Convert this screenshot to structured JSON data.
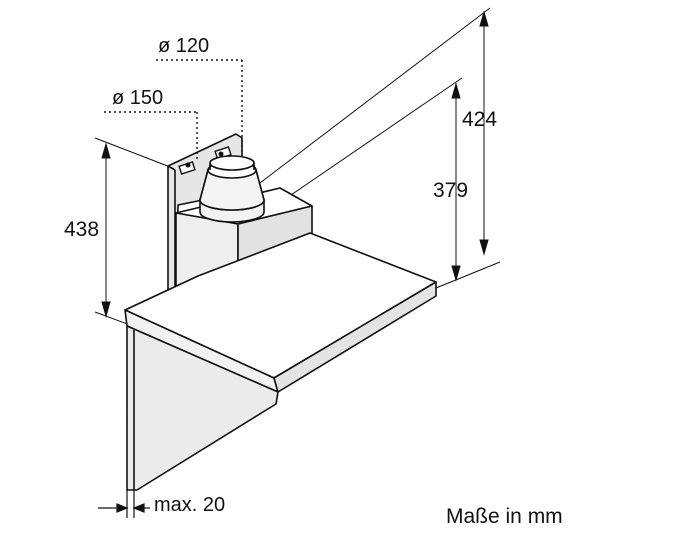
{
  "dimensions": {
    "total_height": "424",
    "canopy_height": "379",
    "rear_height": "438",
    "diameter_large": "ø 120",
    "diameter_small": "ø 150",
    "wall_gap": "max. 20"
  },
  "units_note": "Maße in mm",
  "colors": {
    "line": "#111111",
    "panel_fill": "#e9e9e9",
    "canopy_fill": "#ffffff"
  }
}
